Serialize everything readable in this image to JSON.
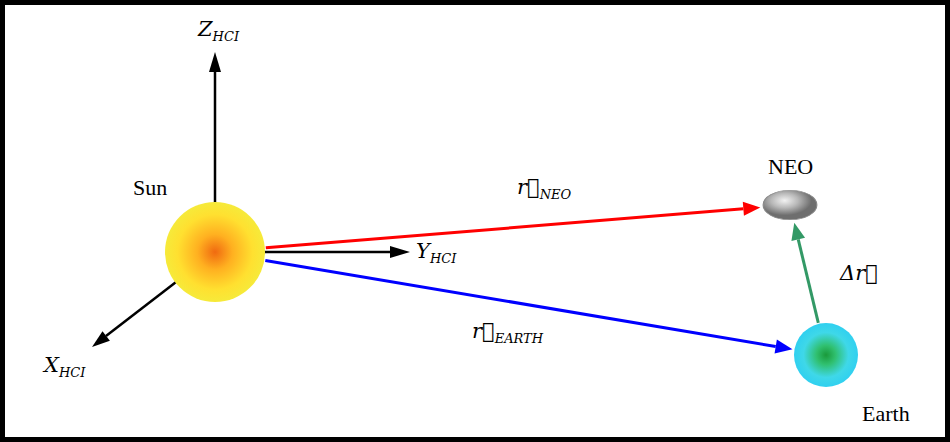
{
  "diagram": {
    "nodes": [
      {
        "text": [
          "Sun"
        ]
      },
      {
        "text": [
          "NEO"
        ]
      },
      {
        "text": [
          "Earth"
        ]
      }
    ],
    "edges": [
      {
        "from": 0,
        "to": 1,
        "arrow": "to",
        "label": "r⃗NEO"
      },
      {
        "from": 0,
        "to": 2,
        "arrow": "to",
        "label": "r⃗EARTH"
      },
      {
        "from": 2,
        "to": 1,
        "arrow": "to",
        "label": "Δr⃗"
      }
    ],
    "labels": [
      "ZHCI",
      "YHCI",
      "XHCI"
    ]
  }
}
